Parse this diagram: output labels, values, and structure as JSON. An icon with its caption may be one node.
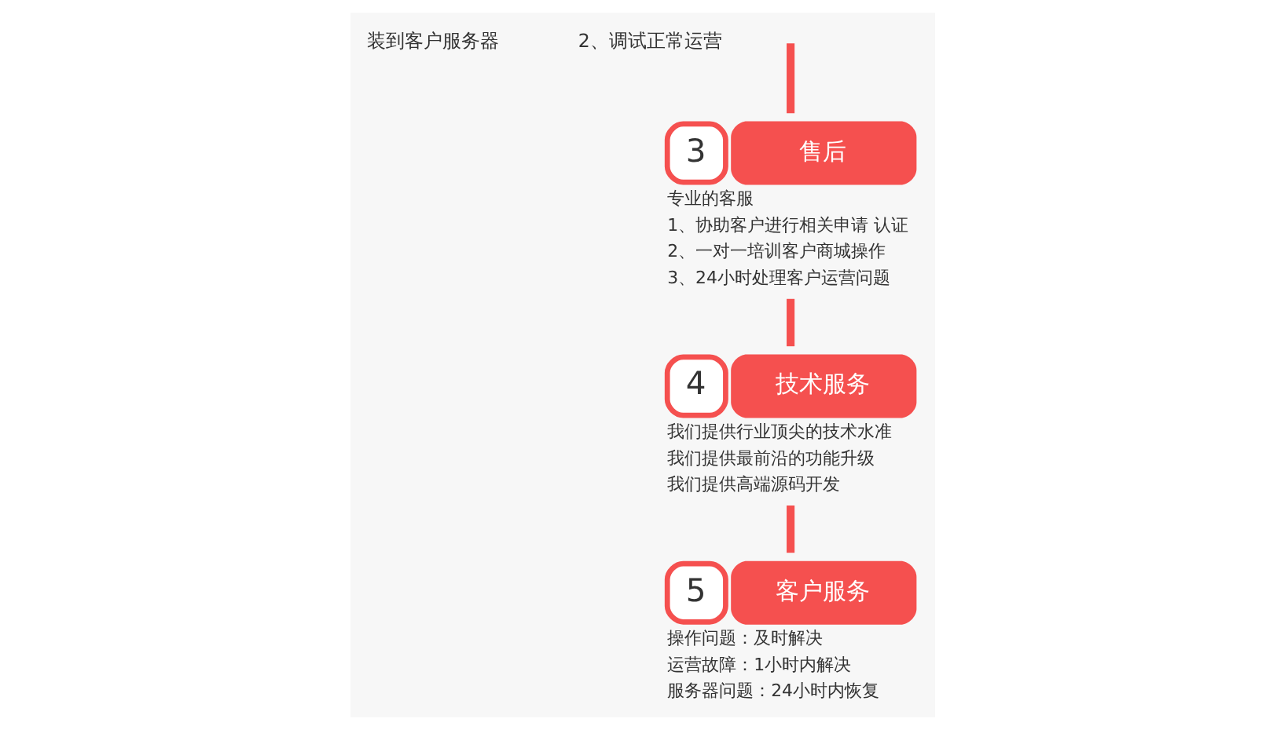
{
  "diagram": {
    "nodes": [
      {
        "text": [
          "3",
          "售后"
        ],
        "beside": [
          "专业的客服",
          "1、协助客户进行相关申请 认证",
          "2、一对一培训客户商城操作",
          "3、24小时处理客户运营问题"
        ]
      },
      {
        "text": [
          "4",
          "技术服务"
        ],
        "beside": [
          "我们提供行业顶尖的技术水准",
          "我们提供最前沿的功能升级",
          "我们提供高端源码开发"
        ]
      },
      {
        "text": [
          "5",
          "客户服务"
        ],
        "beside": [
          "操作问题：及时解决",
          "运营故障：1小时内解决",
          "服务器问题：24小时内恢复"
        ]
      }
    ],
    "edges": [
      {
        "from": null,
        "to": 0,
        "arrow": "none"
      },
      {
        "from": 0,
        "to": 1,
        "arrow": "none"
      },
      {
        "from": 1,
        "to": 2,
        "arrow": "none"
      }
    ],
    "labels": [
      "装到客户服务器",
      "2、调试正常运营"
    ]
  }
}
